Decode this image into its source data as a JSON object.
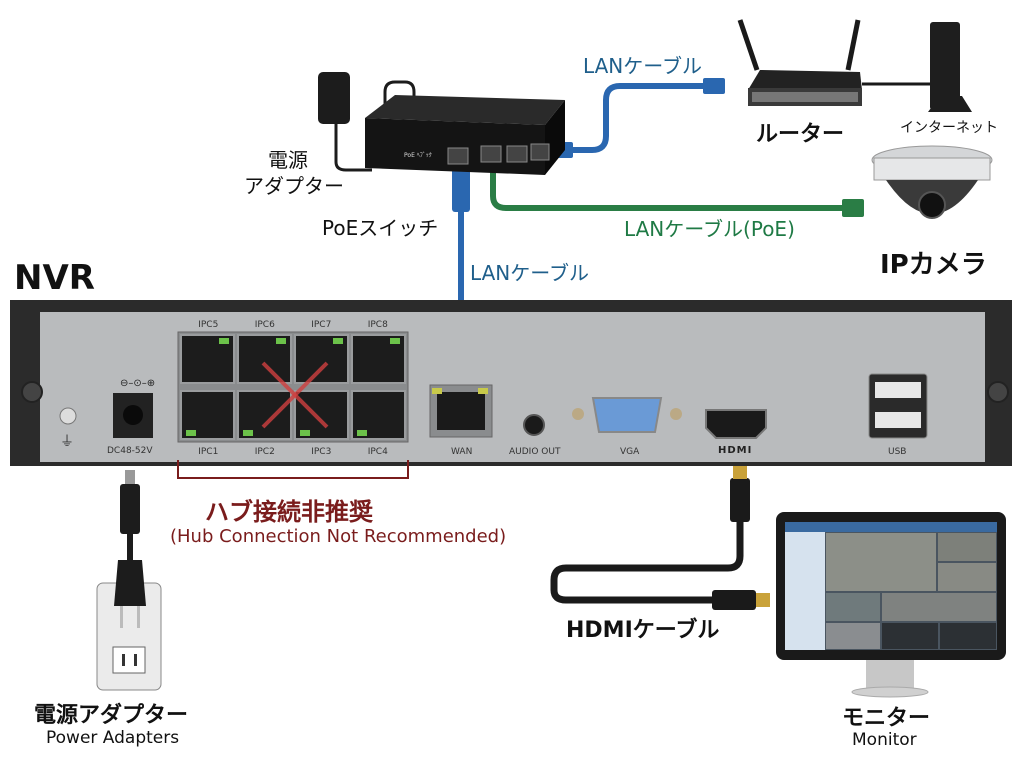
{
  "title": "NVR",
  "colors": {
    "lan_cable_blue": "#2a67b0",
    "poe_cable_green": "#2a7d45",
    "hdmi_cable": "#1a1a1a",
    "nvr_panel": "#b9bbbd",
    "nvr_frame": "#2b2b2b",
    "hub_warning": "#7a1c1c",
    "cross_mark": "#d04040",
    "led_green": "#6cc24a"
  },
  "devices": {
    "poe_switch": {
      "label": "PoEスイッチ",
      "brand": "PoE ﾍﾌﾞｯｸ"
    },
    "switch_power_adapter": {
      "label_line1": "電源",
      "label_line2": "アダプター"
    },
    "router": {
      "label": "ルーター"
    },
    "internet": {
      "label": "インターネット"
    },
    "ip_camera": {
      "label": "IPカメラ"
    },
    "monitor": {
      "label_jp": "モニター",
      "label_en": "Monitor"
    },
    "power_adapter": {
      "label_jp": "電源アダプター",
      "label_en": "Power Adapters"
    }
  },
  "cables": {
    "switch_to_router": "LANケーブル",
    "switch_to_camera": "LANケーブル(PoE)",
    "switch_to_nvr": "LANケーブル",
    "nvr_to_monitor": "HDMIケーブル"
  },
  "nvr": {
    "ports_top": [
      "IPC5",
      "IPC6",
      "IPC7",
      "IPC8"
    ],
    "ports_bottom": [
      "IPC1",
      "IPC2",
      "IPC3",
      "IPC4"
    ],
    "power_label": "DC48-52V",
    "ground_symbol": "⏚",
    "wan_label": "WAN",
    "audio_label": "AUDIO OUT",
    "vga_label": "VGA",
    "hdmi_label": "HDMI",
    "usb_label": "USB"
  },
  "warning": {
    "jp": "ハブ接続非推奨",
    "en": "(Hub Connection Not Recommended)"
  }
}
